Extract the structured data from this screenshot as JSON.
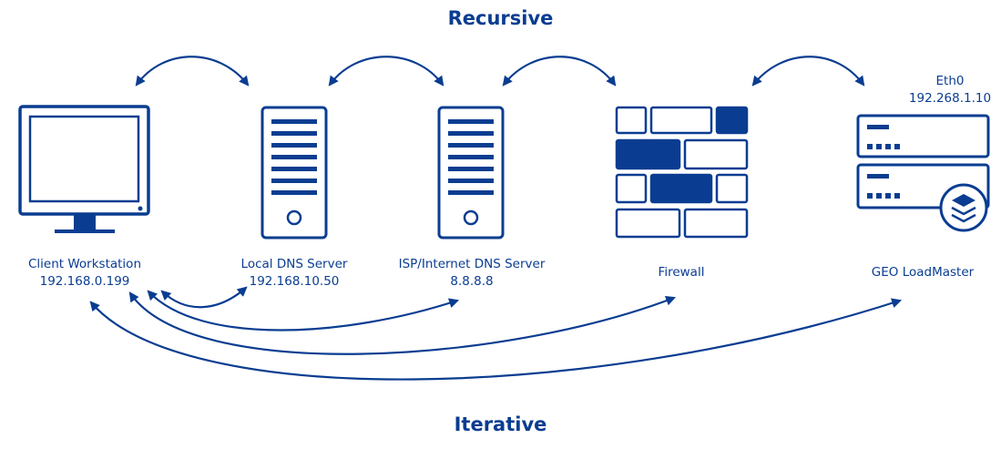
{
  "titles": {
    "top": "Recursive",
    "bottom": "Iterative"
  },
  "nodes": [
    {
      "id": "client",
      "name": "Client Workstation",
      "ip": "192.168.0.199",
      "icon": "monitor-icon"
    },
    {
      "id": "local-dns",
      "name": "Local DNS Server",
      "ip": "192.168.10.50",
      "icon": "server-icon"
    },
    {
      "id": "isp-dns",
      "name": "ISP/Internet DNS Server",
      "ip": "8.8.8.8",
      "icon": "server-icon"
    },
    {
      "id": "firewall",
      "name": "Firewall",
      "ip": "",
      "icon": "brick-wall-icon"
    },
    {
      "id": "geo",
      "name": "GEO LoadMaster",
      "ip": "",
      "icon": "appliance-icon",
      "interface": "Eth0",
      "interface_ip": "192.268.1.10"
    }
  ],
  "colors": {
    "primary": "#0a3d91",
    "background": "#ffffff"
  }
}
